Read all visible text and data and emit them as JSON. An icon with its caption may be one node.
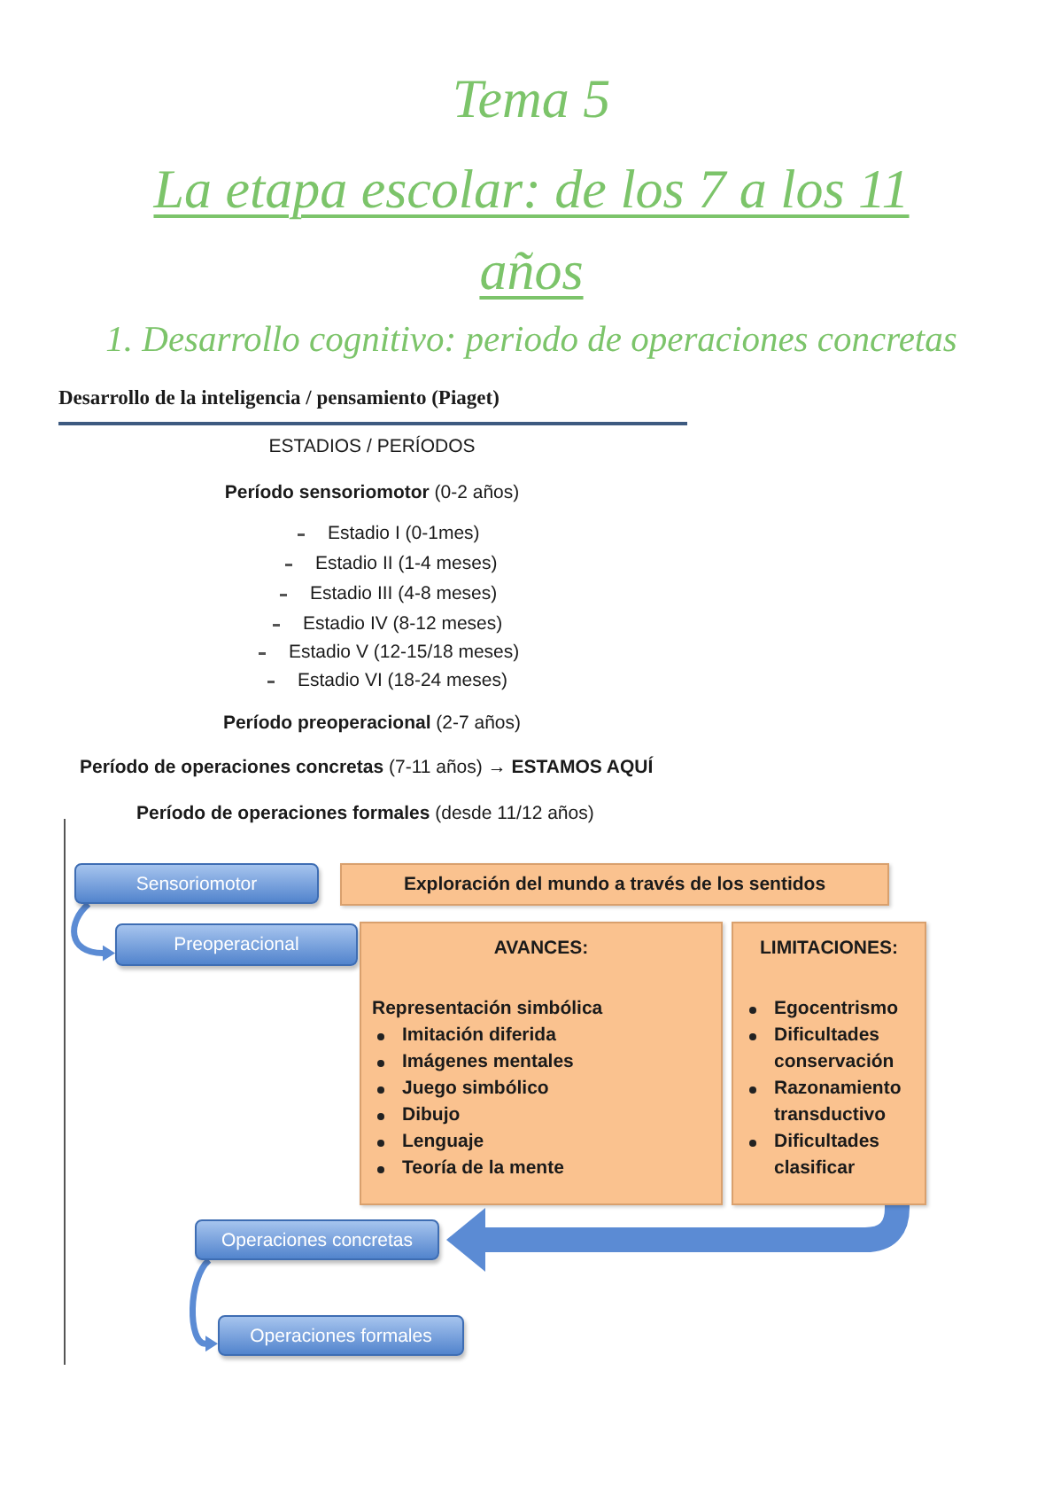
{
  "diagram": {
    "title": "Tema 5",
    "nodes": [
      {
        "text": [
          "Sensoriomotor"
        ]
      },
      {
        "text": [
          "Exploración del mundo a través de los sentidos"
        ]
      },
      {
        "text": [
          "Preoperacional"
        ]
      },
      {
        "text": [
          "AVANCES:",
          "Representación simbólica",
          "Imitación diferida",
          "Imágenes mentales",
          "Juego simbólico",
          "Dibujo",
          "Lenguaje",
          "Teoría de la mente"
        ]
      },
      {
        "text": [
          "LIMITACIONES:",
          "Egocentrismo",
          "Dificultades conservación",
          "Razonamiento transductivo",
          "Dificultades clasificar"
        ]
      },
      {
        "text": [
          "Operaciones concretas"
        ]
      },
      {
        "text": [
          "Operaciones formales"
        ]
      }
    ],
    "edges": [
      {
        "from": 0,
        "to": 2,
        "arrow": "to"
      },
      {
        "from": 4,
        "to": 5,
        "arrow": "to",
        "style": "thick"
      },
      {
        "from": 5,
        "to": 6,
        "arrow": "to"
      }
    ],
    "labels": [
      "La etapa escolar: de los 7 a los 11 años",
      "1. Desarrollo cognitivo: periodo de operaciones concretas",
      "Desarrollo de la inteligencia / pensamiento (Piaget)",
      "ESTADIOS / PERÍODOS",
      "**Período sensoriomotor** (0-2 años)",
      "Estadio I (0-1mes)",
      "Estadio II (1-4 meses)",
      "Estadio III (4-8 meses)",
      "Estadio IV (8-12 meses)",
      "Estadio V (12-15/18 meses)",
      "Estadio VI (18-24 meses)",
      "**Período preoperacional** (2-7 años)",
      "**Período de operaciones concretas** (7-11 años) → **ESTAMOS AQUÍ**",
      "**Período de operaciones formales** (desde 11/12 años)"
    ]
  }
}
